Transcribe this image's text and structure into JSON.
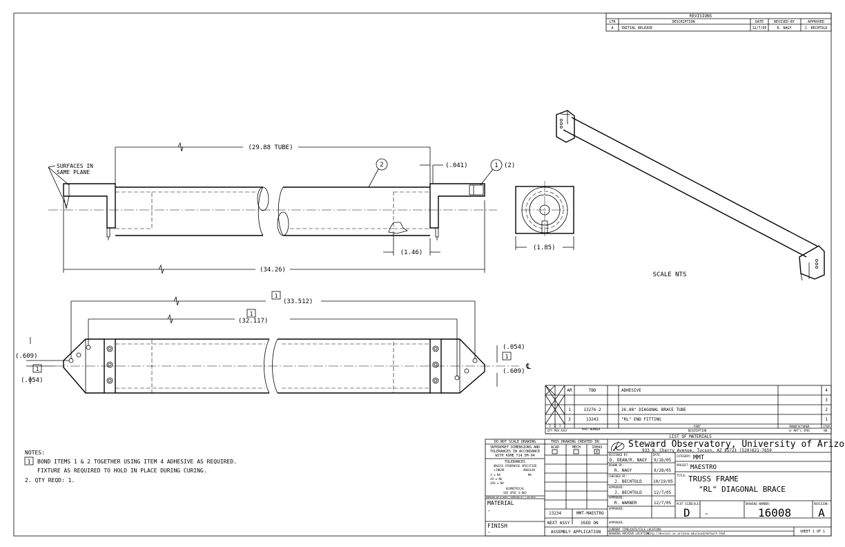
{
  "revisions": {
    "title": "REVISIONS",
    "headers": [
      "LTR",
      "DESCRIPTION",
      "DATE",
      "REVISED BY",
      "APPROVED"
    ],
    "rows": [
      [
        "A",
        "INITIAL RELEASE",
        "12/7/05",
        "R. NAGY",
        "J. BECHTOLD"
      ]
    ]
  },
  "dimensions": {
    "tube_length": "(29.88 TUBE)",
    "offset_041": "(.041)",
    "balloon_1": "1",
    "balloon_2": "2",
    "balloon_1_2_item2": "(2)",
    "surfaces_line1": "SURFACES IN",
    "surfaces_line2": "SAME PLANE",
    "dim_146": "(1.46)",
    "overall_3426": "(34.26)",
    "width_185": "(1.85)",
    "dim_33512": "(33.512)",
    "dim_32117": "(32.117)",
    "dim_609_left": "(.609)",
    "dim_054_left": "(.054)",
    "dim_054_right": "(.054)",
    "dim_609_right": "(.609)",
    "centerline": "℄"
  },
  "scale_nts": "SCALE NTS",
  "notes": {
    "title": "NOTES:",
    "n1_line1": "BOND ITEMS 1 & 2 TOGETHER USING ITEM 4 ADHESIVE AS REQUIRED.",
    "n1_line2": "FIXTURE AS REQUIRED TO HOLD IN PLACE DURING CURING.",
    "n2": "2. QTY REQD: 1."
  },
  "bom": {
    "rows": [
      {
        "qty": "AR",
        "part": "TBD",
        "desc": "ADHESIVE",
        "item": "4"
      },
      {
        "qty": "",
        "part": "",
        "desc": "",
        "item": "3"
      },
      {
        "qty": "1",
        "part": "13276-2",
        "desc": "26.88\" DIAGONAL BRACE TUBE",
        "item": "2"
      },
      {
        "qty": "2",
        "part": "13243",
        "desc": "\"RL\" END FITTING",
        "item": "1"
      }
    ],
    "hdr_qty_cols": "-3  -2  -1",
    "hdr_qty": "QTY PER ASSY",
    "hdr_part": "PART NUMBER",
    "hdr_desc1": "PART",
    "hdr_desc2": "DESCRIPTION",
    "hdr_mfr1": "MANUFACTURER",
    "hdr_mfr2": "or MAT'L SPEC",
    "hdr_item1": "ITEM",
    "hdr_item2": "NO.",
    "title": "LIST OF MATERIALS"
  },
  "title_block": {
    "do_not_scale": "DO NOT SCALE DRAWING",
    "interpret1": "INTERPRET DIMENSIONS AND",
    "interpret2": "TOLERANCES IN ACCORDANCE",
    "interpret3": "WITH ASME Y14.5M-94",
    "tolerances": "TOLERANCES",
    "unless": "UNLESS OTHERWISE SPECIFIED",
    "linear": "LINEAR",
    "angular": "ANGULAR",
    "tol_x": ".X   ± NA",
    "tol_xx": ".XX  ± NA",
    "tol_xxx": ".XXX ± NA",
    "tol_ang": "NA",
    "geometrical": "GEOMETRICAL",
    "see_spec": "SEE SPEC S-002",
    "dim_note": "DIMENSIONS ARE IN INCHES / DIMENSIONS IN [ ] ARE METRIC",
    "material": "MATERIAL",
    "material_val": "-",
    "finish": "FINISH",
    "finish_val": "-",
    "created_in": "THIS DRAWING CREATED IN:",
    "acad": "ACAD",
    "mech": "MECH",
    "ideas": "IDEAS",
    "ideas_mark": "X",
    "next_assy_val": "13234",
    "used_on_val": "MMT-MAESTRO",
    "next_assy": "NEXT ASSY",
    "used_on": "USED ON",
    "assembly_app": "ASSEMBLY APPLICATION",
    "designed_by_lbl": "DESIGNED BY:",
    "designed_by": "D. DEAN/R. NAGY",
    "date_lbl": "DATE:",
    "designed_date": "9/16/05",
    "drawn_by_lbl": "DRAWN BY:",
    "drawn_by": "R. NAGY",
    "drawn_date": "9/28/05",
    "checked_by_lbl": "CHECKED BY:",
    "checked_by": "J. BECHTOLD",
    "checked_date": "10/19/05",
    "approved1_lbl": "APPROVED:",
    "approved1": "J. BECHTOLD",
    "approved1_date": "12/7/05",
    "approved2_lbl": "APPROVED:",
    "approved2": "R. WARNER",
    "approved2_date": "12/7/05",
    "approved3_lbl": "APPROVED:",
    "approved4_lbl": "APPROVED:",
    "org_name": "Steward Observatory, University of Arizona",
    "org_address": "933 N. Cherry Avenue, Tucson, AZ  85721   (520)621-7659",
    "category_lbl": "CATEGORY:",
    "category": "MMT",
    "project_lbl": "PROJECT:",
    "project": "MAESTRO",
    "title_lbl": "TITLE:",
    "title_line1": "TRUSS FRAME",
    "title_line2": "\"RL\" DIAGONAL BRACE",
    "plot_size_lbl": "PLOT SIZE",
    "plot_size": "D",
    "scale_lbl": "SCALE:",
    "scale": "-",
    "drawing_number_lbl": "DRAWING NUMBER:",
    "drawing_number": "16008",
    "revision_lbl": "REVISION:",
    "revision": "A",
    "current_time_lbl": "CURRENT TIME/DATE/FILE LOCATION:",
    "archive_lbl": "DRAWING ARCHIVE LOCATION:",
    "archive_url": "http://devinci.as.arizona.edu/acad/default.html",
    "sheet": "SHEET 1 OF 1"
  },
  "colors": {
    "ink": "#000000",
    "paper": "#ffffff"
  }
}
